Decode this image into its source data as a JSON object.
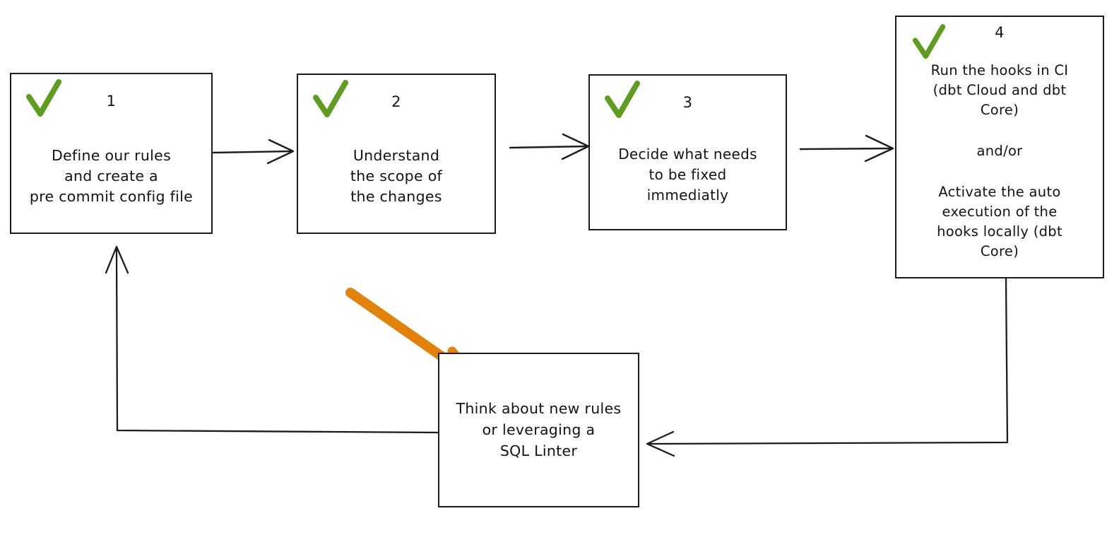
{
  "diagram": {
    "type": "flowchart",
    "style": "hand-drawn whiteboard sketch",
    "colors": {
      "stroke": "#1c1c1c",
      "background": "#ffffff",
      "check": "#5f9c22",
      "highlight_arrow": "#e1820e"
    },
    "nodes": [
      {
        "id": "node-1",
        "step_number": "1",
        "check_icon": "green-check-icon",
        "checked": true,
        "lines": [
          "Define our rules",
          "and create a",
          "pre commit config file"
        ]
      },
      {
        "id": "node-2",
        "step_number": "2",
        "check_icon": "green-check-icon",
        "checked": true,
        "lines": [
          "Understand",
          "the scope of",
          "the changes"
        ]
      },
      {
        "id": "node-3",
        "step_number": "3",
        "check_icon": "green-check-icon",
        "checked": true,
        "lines": [
          "Decide what needs",
          "to be fixed",
          "immediatly"
        ]
      },
      {
        "id": "node-4",
        "step_number": "4",
        "check_icon": "green-check-icon",
        "checked": true,
        "lines": [
          "Run the hooks in CI",
          "(dbt Cloud and dbt",
          "Core)",
          "",
          "and/or",
          "",
          "Activate the auto",
          "execution of the",
          "hooks locally (dbt",
          "Core)"
        ]
      },
      {
        "id": "node-5",
        "step_number": "",
        "check_icon": "",
        "checked": false,
        "lines": [
          "Think about new rules",
          "or leveraging a",
          "SQL Linter"
        ]
      }
    ],
    "connectors": [
      {
        "id": "arrow-1-to-2",
        "from": "node-1",
        "to": "node-2",
        "direction": "right"
      },
      {
        "id": "arrow-2-to-3",
        "from": "node-2",
        "to": "node-3",
        "direction": "right"
      },
      {
        "id": "arrow-3-to-4",
        "from": "node-3",
        "to": "node-4",
        "direction": "right"
      },
      {
        "id": "arrow-4-to-5",
        "from": "node-4",
        "to": "node-5",
        "direction": "down-left"
      },
      {
        "id": "arrow-5-to-1",
        "from": "node-5",
        "to": "node-1",
        "direction": "left-up"
      }
    ],
    "annotations": [
      {
        "id": "orange-highlight-arrow",
        "kind": "freehand-arrow",
        "color": "#e1820e",
        "points_to": "node-5"
      }
    ]
  }
}
